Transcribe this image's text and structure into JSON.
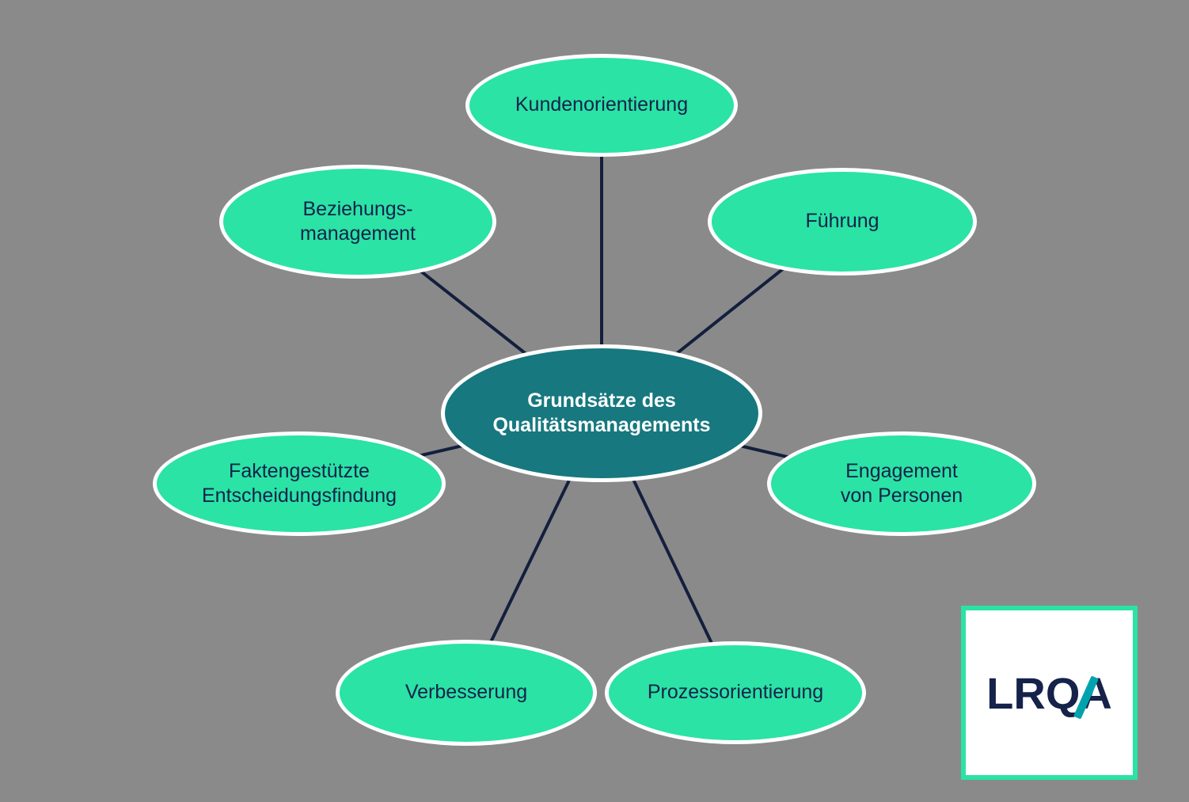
{
  "diagram": {
    "center": {
      "label": "Grundsätze des\nQualitätsmanagements"
    },
    "nodes": [
      {
        "label": "Kundenorientierung"
      },
      {
        "label": "Führung"
      },
      {
        "label": "Engagement\nvon Personen"
      },
      {
        "label": "Prozessorientierung"
      },
      {
        "label": "Verbesserung"
      },
      {
        "label": "Faktengestützte\nEntscheidungsfindung"
      },
      {
        "label": "Beziehungs-\nmanagement"
      }
    ]
  },
  "logo": {
    "text": "LRQA"
  },
  "colors": {
    "background": "#8a8a8a",
    "node-fill": "#2ae3a5",
    "center-fill": "#17787f",
    "node-text": "#15224a",
    "center-text": "#ffffff",
    "line": "#131f3d",
    "logo-border": "#2ae3a5",
    "logo-text": "#15224a",
    "logo-accent": "#00a3ad"
  }
}
